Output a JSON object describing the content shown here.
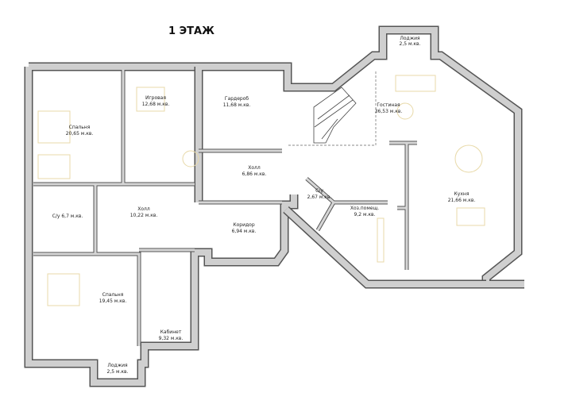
{
  "title": "1 ЭТАЖ",
  "rooms": {
    "loggia_top": {
      "name": "Лоджия",
      "area": "2,5 м.кв."
    },
    "bedroom_1": {
      "name": "Спальня",
      "area": "20,65 м.кв."
    },
    "playroom": {
      "name": "Игровая",
      "area": "12,68 м.кв."
    },
    "wardrobe": {
      "name": "Гардероб",
      "area": "11,68 м.кв."
    },
    "living": {
      "name": "Гостиная",
      "area": "36,53 м.кв."
    },
    "hall_small": {
      "name": "Холл",
      "area": "6,86 м.кв."
    },
    "wc_small": {
      "name": "С/у",
      "area": "2,67 м.кв."
    },
    "kitchen": {
      "name": "Кухня",
      "area": "21,66 м.кв."
    },
    "bath": {
      "name": "С/у 6,7 м.кв."
    },
    "hall_main": {
      "name": "Холл",
      "area": "10,22 м.кв."
    },
    "corridor": {
      "name": "Коридор",
      "area": "6,94 м.кв."
    },
    "utility": {
      "name": "Хоз.помещ.",
      "area": "9,2 м.кв."
    },
    "bedroom_2": {
      "name": "Спальня",
      "area": "19,45 м.кв."
    },
    "study": {
      "name": "Кабинет",
      "area": "9,32 м.кв."
    },
    "loggia_bottom": {
      "name": "Лоджия",
      "area": "2,5 м.кв."
    }
  }
}
